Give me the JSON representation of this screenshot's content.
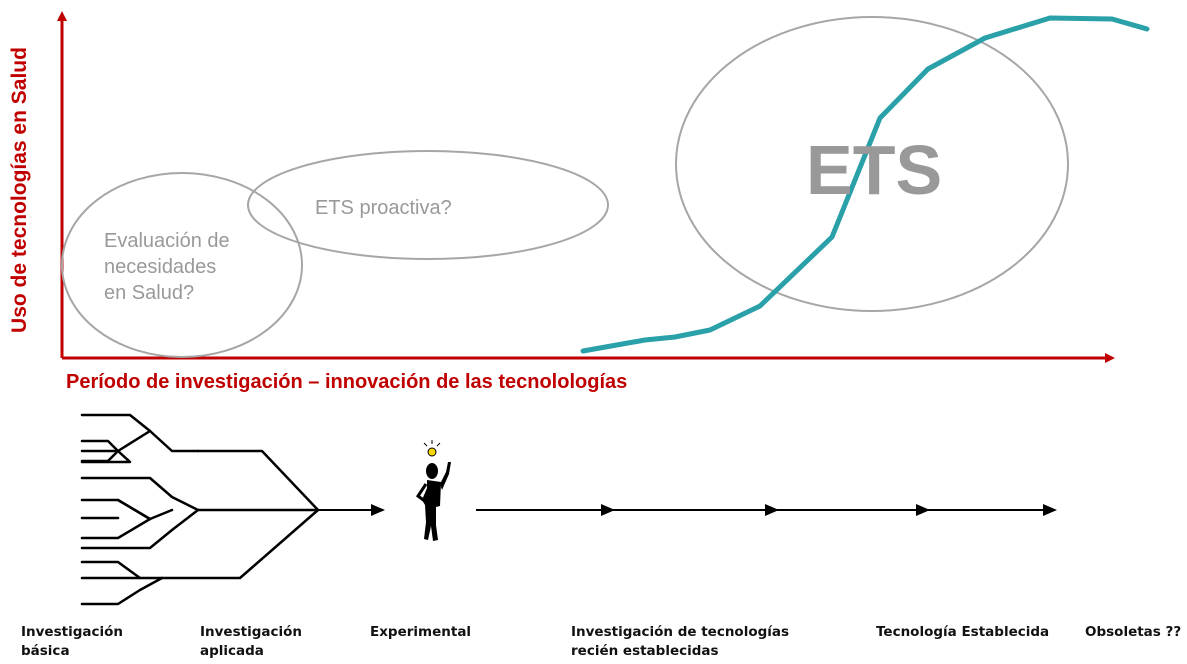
{
  "y_axis_label": "Uso de tecnologías en Salud",
  "x_axis_label": "Período de investigación – innovación de las tecnolologías",
  "bubbles": {
    "needs_line1": "Evaluación de",
    "needs_line2": "necesidades",
    "needs_line3": "en Salud?",
    "proactive": "ETS proactiva?",
    "ets": "ETS"
  },
  "stages": {
    "basic_line1": "Investigación",
    "basic_line2": "básica",
    "applied_line1": "Investigación",
    "applied_line2": "aplicada",
    "experimental": "Experimental",
    "new_tech_line1": "Investigación de tecnologías",
    "new_tech_line2": "recién establecidas",
    "established": "Tecnología Establecida",
    "obsolete": "Obsoletas ??"
  },
  "colors": {
    "axis": "#c00000",
    "curve": "#2aa0a8",
    "ellipse": "#a6a6a6",
    "text_gray": "#999999"
  }
}
